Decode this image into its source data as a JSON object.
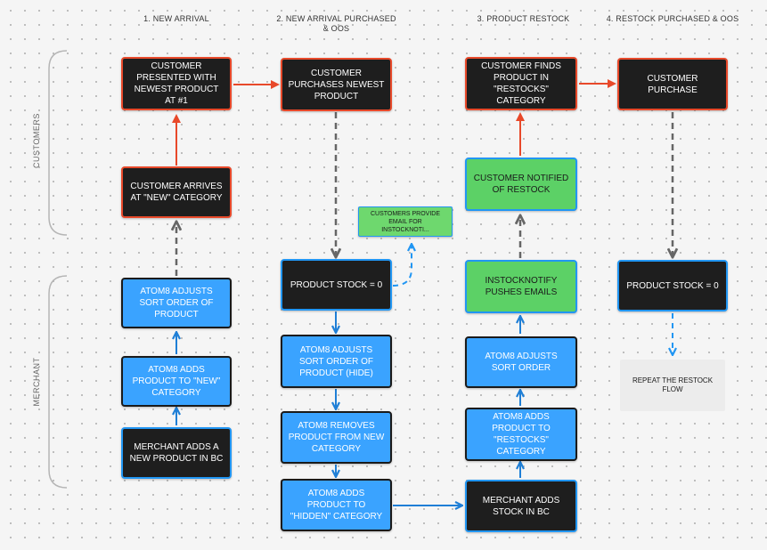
{
  "columns": [
    {
      "label": "1. NEW ARRIVAL"
    },
    {
      "label": "2. NEW ARRIVAL PURCHASED & OOS"
    },
    {
      "label": "3. PRODUCT RESTOCK"
    },
    {
      "label": "4. RESTOCK PURCHASED & OOS"
    }
  ],
  "lanes": {
    "customers": "CUSTOMERS",
    "merchant": "MERCHANT"
  },
  "nodes": {
    "c1_presented": "CUSTOMER PRESENTED WITH NEWEST PRODUCT AT #1",
    "c1_arrives": "CUSTOMER ARRIVES AT \"NEW\" CATEGORY",
    "m1_adjusts": "ATOM8 ADJUSTS SORT ORDER OF PRODUCT",
    "m1_adds": "ATOM8 ADDS PRODUCT TO \"NEW\" CATEGORY",
    "m1_merchant": "MERCHANT ADDS A NEW PRODUCT IN BC",
    "c2_purchases": "CUSTOMER PURCHASES NEWEST PRODUCT",
    "c2_email": "CUSTOMERS PROVIDE EMAIL FOR INSTOCKNOTI...",
    "m2_stock": "PRODUCT STOCK = 0",
    "m2_adjusts": "ATOM8 ADJUSTS SORT ORDER OF PRODUCT (HIDE)",
    "m2_removes": "ATOM8 REMOVES PRODUCT FROM NEW CATEGORY",
    "m2_hidden": "ATOM8 ADDS PRODUCT TO \"HIDDEN\" CATEGORY",
    "c3_finds": "CUSTOMER FINDS PRODUCT IN \"RESTOCKS\" CATEGORY",
    "c3_notified": "CUSTOMER NOTIFIED OF RESTOCK",
    "m3_pushes": "INSTOCKNOTIFY PUSHES EMAILS",
    "m3_adjusts": "ATOM8 ADJUSTS SORT ORDER",
    "m3_adds": "ATOM8 ADDS PRODUCT TO \"RESTOCKS\" CATEGORY",
    "m3_merchant": "MERCHANT ADDS STOCK IN BC",
    "c4_purchase": "CUSTOMER PURCHASE",
    "m4_stock": "PRODUCT STOCK = 0",
    "m4_repeat": "REPEAT THE RESTOCK FLOW"
  },
  "colors": {
    "customer_box": "#1e1e1e",
    "customer_border": "#e8492a",
    "action_box": "#3aa3ff",
    "notify_box": "#5cd166",
    "solid_arrow": "#1f7fd6",
    "red_arrow": "#e8492a",
    "dashed_arrow": "#666666",
    "dashed_blue_arrow": "#2196f3"
  }
}
